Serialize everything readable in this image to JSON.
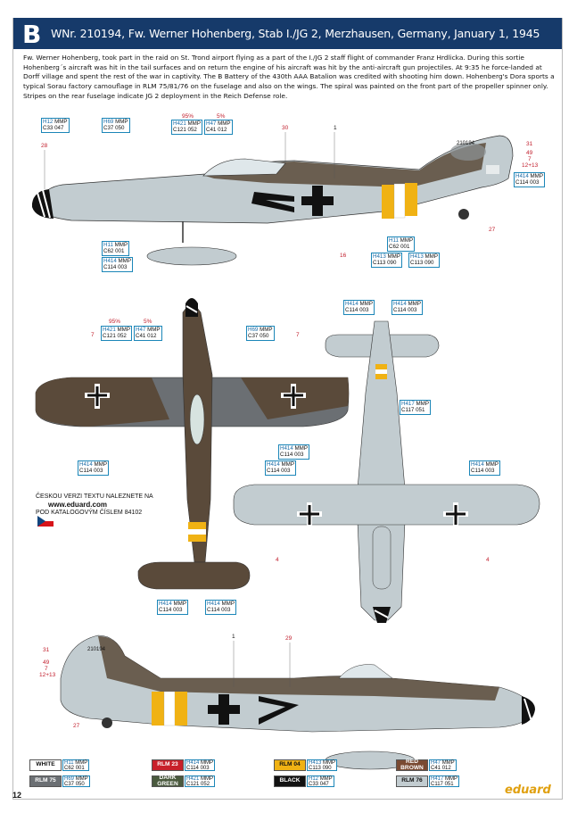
{
  "header": {
    "letter": "B",
    "title": "WNr. 210194, Fw. Werner Hohenberg, Stab I./JG 2, Merzhausen, Germany, January 1, 1945"
  },
  "description": "Fw. Werner Hohenberg, took part in the raid on St. Trond airport flying as a part of the I./JG 2 staff flight of commander Franz Hrdlicka. During this sortie Hohenberg´s aircraft was hit in the tail surfaces and on return the engine of his aircraft was hit by the anti-aircraft gun projectiles. At 9:35 he force-landed at Dorff village and spent the rest of the war in captivity. The B Battery of the 430th AAA Batalion was credited with shooting him down. Hohenberg's Dora sports a typical Sorau factory camouflage in RLM 75/81/76 on the fuselage and also on the wings. The spiral was painted on the front part of the propeller spinner only. Stripes on the rear fuselage indicate JG 2 deployment in the Reich Defense role.",
  "side_top": {
    "serial": "210194",
    "labels": [
      {
        "h": "H12",
        "m": "MMP",
        "c": "C33",
        "n": "047"
      },
      {
        "h": "H69",
        "m": "MMP",
        "c": "C37",
        "n": "050"
      },
      {
        "h": "H421",
        "m": "MMP",
        "c": "C121",
        "n": "052"
      },
      {
        "h": "H47",
        "m": "MMP",
        "c": "C41",
        "n": "012"
      },
      {
        "h": "H414",
        "m": "MMP",
        "c": "C114",
        "n": "003"
      },
      {
        "h": "H11",
        "m": "MMP",
        "c": "C62",
        "n": "001"
      },
      {
        "h": "H414",
        "m": "MMP",
        "c": "C114",
        "n": "003"
      },
      {
        "h": "H11",
        "m": "MMP",
        "c": "C62",
        "n": "001"
      },
      {
        "h": "H413",
        "m": "MMP",
        "c": "C113",
        "n": "090"
      },
      {
        "h": "H413",
        "m": "MMP",
        "c": "C113",
        "n": "090"
      }
    ],
    "pct_a": "95%",
    "pct_b": "5%",
    "numbers": [
      "28",
      "30",
      "1",
      "31",
      "49",
      "7",
      "12+13",
      "27",
      "16"
    ]
  },
  "top_view": {
    "labels": [
      {
        "h": "H421",
        "m": "MMP",
        "c": "C121",
        "n": "052"
      },
      {
        "h": "H47",
        "m": "MMP",
        "c": "C41",
        "n": "012"
      },
      {
        "h": "H69",
        "m": "MMP",
        "c": "C37",
        "n": "050"
      },
      {
        "h": "H414",
        "m": "MMP",
        "c": "C114",
        "n": "003"
      },
      {
        "h": "H414",
        "m": "MMP",
        "c": "C114",
        "n": "003"
      },
      {
        "h": "H414",
        "m": "MMP",
        "c": "C114",
        "n": "003"
      }
    ],
    "pct_a": "95%",
    "pct_b": "5%",
    "numbers": [
      "7",
      "7"
    ]
  },
  "bottom_view": {
    "labels": [
      {
        "h": "H414",
        "m": "MMP",
        "c": "C114",
        "n": "003"
      },
      {
        "h": "H414",
        "m": "MMP",
        "c": "C114",
        "n": "003"
      },
      {
        "h": "H417",
        "m": "MMP",
        "c": "C117",
        "n": "051"
      },
      {
        "h": "H414",
        "m": "MMP",
        "c": "C114",
        "n": "003"
      },
      {
        "h": "H414",
        "m": "MMP",
        "c": "C114",
        "n": "003"
      },
      {
        "h": "H414",
        "m": "MMP",
        "c": "C114",
        "n": "003"
      }
    ],
    "numbers": [
      "4",
      "4"
    ]
  },
  "side_bottom": {
    "serial": "210194",
    "numbers": [
      "31",
      "49",
      "7",
      "12+13",
      "1",
      "29",
      "27"
    ]
  },
  "czech_note": {
    "line1": "ČESKOU VERZI TEXTU NALEZNETE NA",
    "url": "www.eduard.com",
    "line3": "POD KATALOGOVÝM ČÍSLEM 84102"
  },
  "legend": [
    {
      "name": "WHITE",
      "bg": "#ffffff",
      "fg": "#111111",
      "h": "H11",
      "m": "MMP",
      "c": "C62",
      "n": "001"
    },
    {
      "name": "RLM 23",
      "bg": "#c8202a",
      "fg": "#ffffff",
      "h": "H414",
      "m": "MMP",
      "c": "C114",
      "n": "003"
    },
    {
      "name": "RLM 04",
      "bg": "#f0b214",
      "fg": "#111111",
      "h": "H413",
      "m": "MMP",
      "c": "C113",
      "n": "090"
    },
    {
      "name": "RED BROWN",
      "bg": "#7a4a32",
      "fg": "#ffffff",
      "h": "H47",
      "m": "MMP",
      "c": "C41",
      "n": "012"
    },
    {
      "name": "RLM 75",
      "bg": "#6b6f73",
      "fg": "#ffffff",
      "h": "H69",
      "m": "MMP",
      "c": "C37",
      "n": "050"
    },
    {
      "name": "DARK GREEN",
      "bg": "#4a5a3e",
      "fg": "#ffffff",
      "h": "H421",
      "m": "MMP",
      "c": "C121",
      "n": "052"
    },
    {
      "name": "BLACK",
      "bg": "#111111",
      "fg": "#ffffff",
      "h": "H12",
      "m": "MMP",
      "c": "C33",
      "n": "047"
    },
    {
      "name": "RLM 76",
      "bg": "#c2ccd0",
      "fg": "#111111",
      "h": "H417",
      "m": "MMP",
      "c": "C117",
      "n": "051"
    }
  ],
  "page_number": "12",
  "logo": "eduard",
  "colors": {
    "header_bg": "#163a6a",
    "rlm76": "#c2ccd0",
    "rlm75": "#6b6f73",
    "rlm81": "#5a4a3a",
    "rlm04": "#f0b214",
    "rlm23": "#c8202a"
  }
}
